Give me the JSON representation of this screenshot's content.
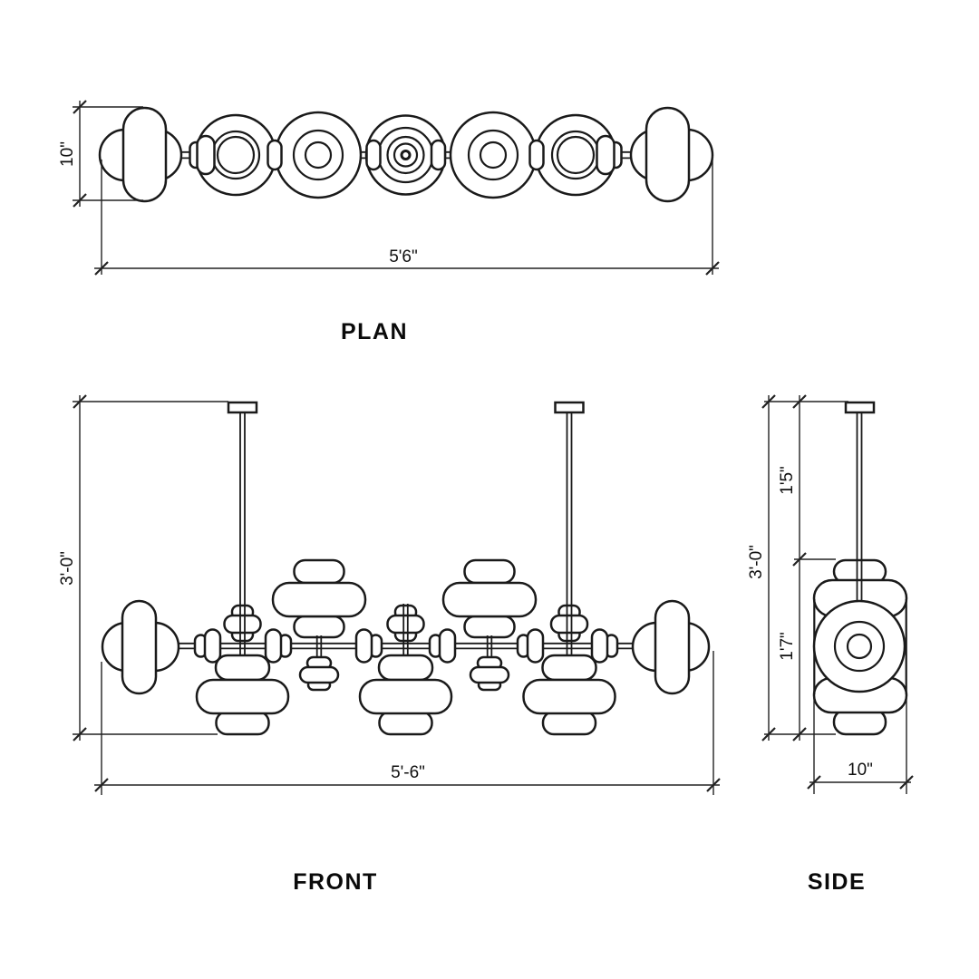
{
  "views": {
    "plan": {
      "label": "PLAN",
      "height_dim": "10\"",
      "width_dim": "5'6\""
    },
    "front": {
      "label": "FRONT",
      "height_dim": "3'-0\"",
      "width_dim": "5'-6\""
    },
    "side": {
      "label": "SIDE",
      "height_dim": "3'-0\"",
      "upper_dim": "1'5\"",
      "lower_dim": "1'7\"",
      "width_dim": "10\""
    }
  },
  "style": {
    "line_color": "#1a1a1a",
    "dimension_color": "#222222",
    "text_color": "#111111",
    "background": "#ffffff"
  }
}
